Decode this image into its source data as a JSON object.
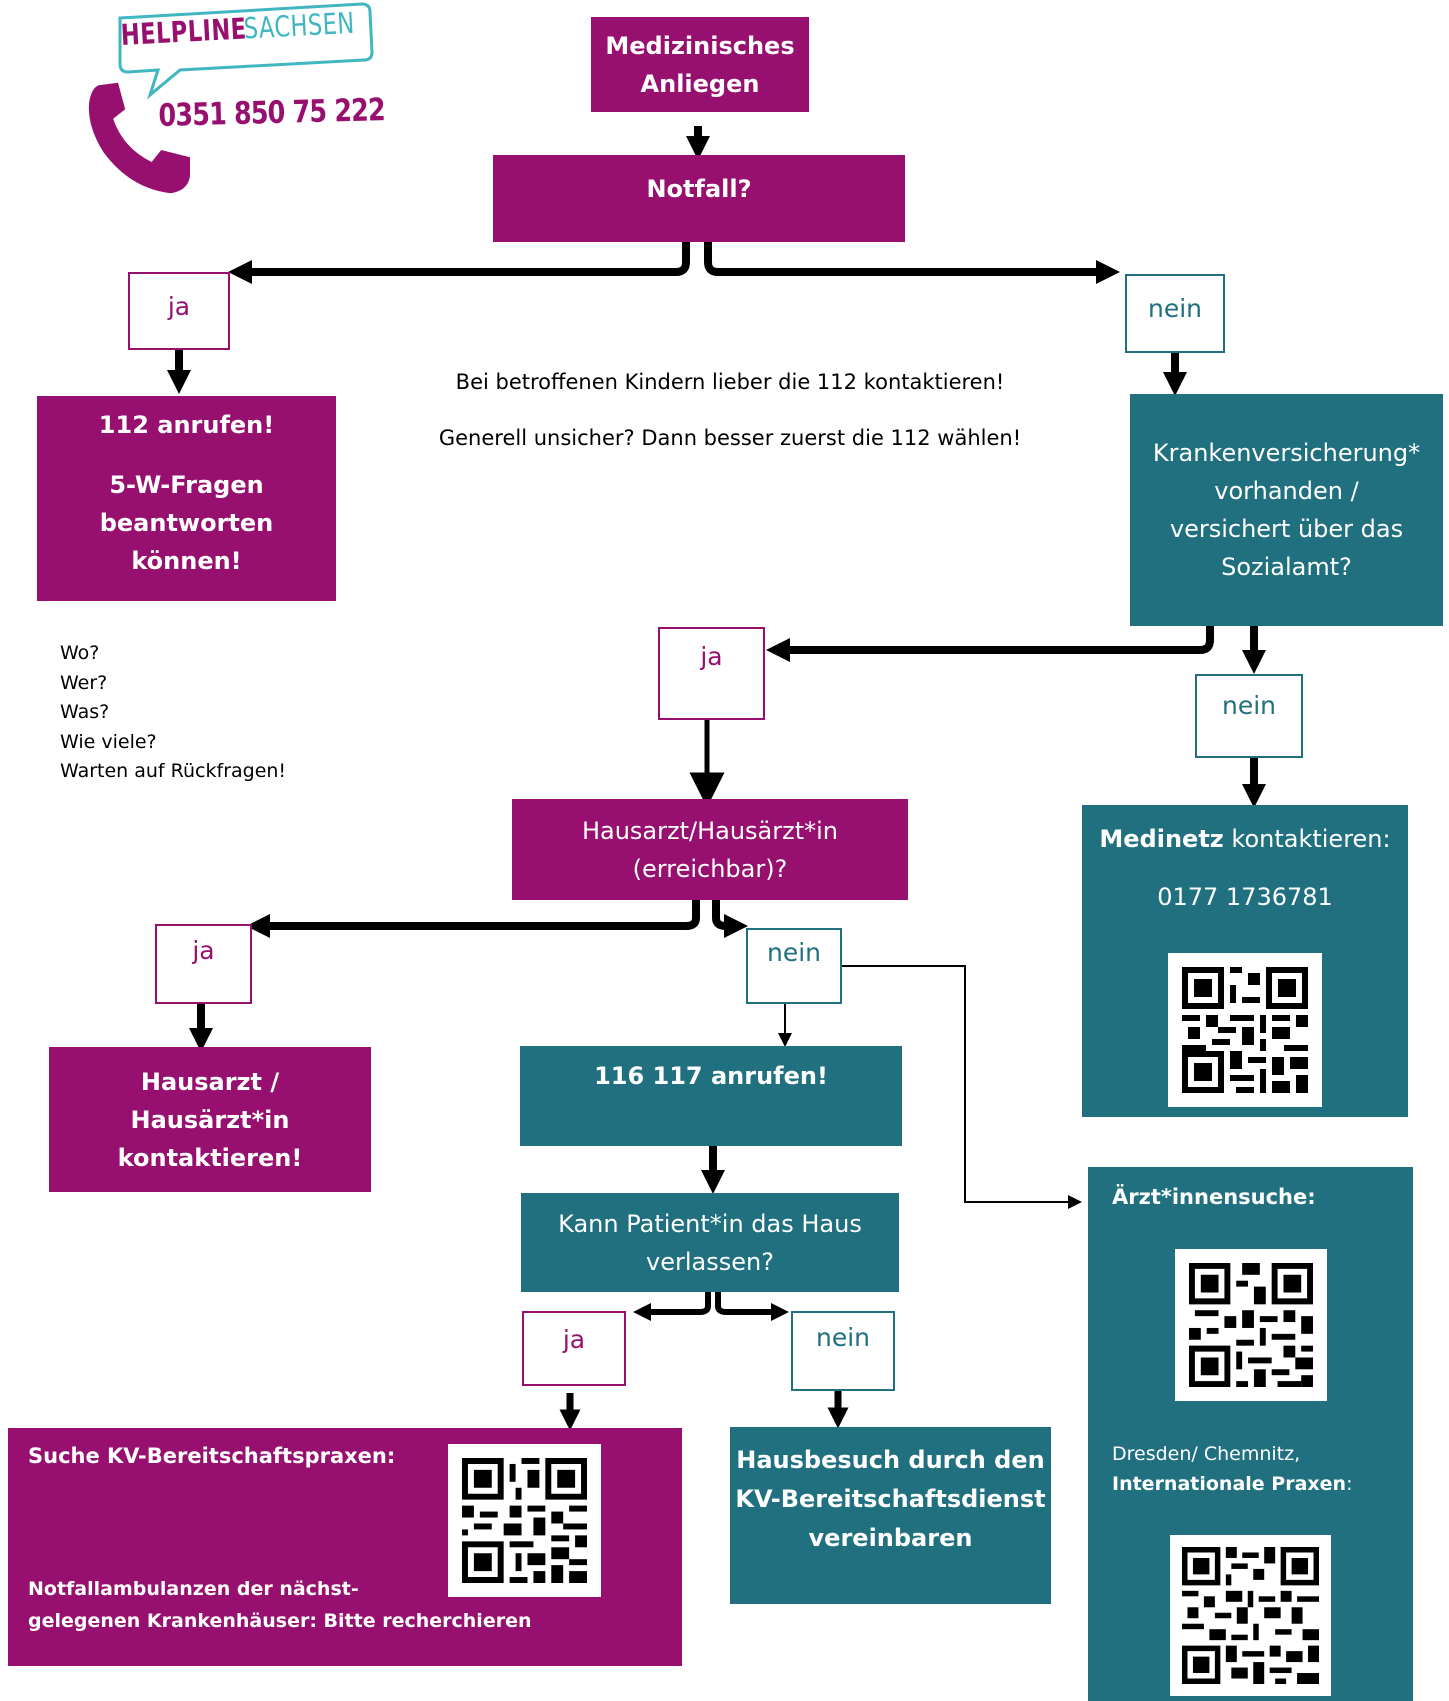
{
  "colors": {
    "magenta": "#97106F",
    "teal": "#20707F",
    "logo_cyan": "#40B6C0"
  },
  "logo": {
    "brand_bold": "HELPLINE",
    "brand_light": "SACHSEN",
    "phone": "0351 850 75 222",
    "icon": "phone-icon"
  },
  "start": {
    "line1": "Medizinisches",
    "line2": "Anliegen"
  },
  "notfall": {
    "label": "Notfall?"
  },
  "branch1": {
    "ja": "ja",
    "nein": "nein"
  },
  "emergency": {
    "call": "112 anrufen!",
    "line1": "5-W-Fragen",
    "line2": "beantworten",
    "line3": "können!"
  },
  "notes": {
    "kids": "Bei betroffenen Kindern lieber die 112 kontaktieren!",
    "unsure": "Generell unsicher? Dann besser zuerst die 112 wählen!"
  },
  "w_questions": [
    "Wo?",
    "Wer?",
    "Was?",
    "Wie viele?",
    "Warten auf Rückfragen!"
  ],
  "insurance": {
    "line1": "Krankenversicherung*",
    "line2": "vorhanden /",
    "line3": "versichert über das",
    "line4": "Sozialamt?"
  },
  "branch2": {
    "ja": "ja",
    "nein": "nein"
  },
  "medinetz": {
    "name": "Medinetz",
    "rest": " kontaktieren:",
    "phone": "0177 1736781"
  },
  "hausarzt_q": {
    "line1": "Hausarzt/Hausärzt*in",
    "line2": "(erreichbar)?"
  },
  "branch3": {
    "ja": "ja",
    "nein": "nein"
  },
  "hausarzt_contact": {
    "line1": "Hausarzt /",
    "line2": "Hausärzt*in",
    "line3": "kontaktieren!"
  },
  "call116": {
    "label": "116 117 anrufen!"
  },
  "leave_q": {
    "line1": "Kann Patient*in das Haus",
    "line2": "verlassen?"
  },
  "branch4": {
    "ja": "ja",
    "nein": "nein"
  },
  "kv_search": {
    "title": "Suche KV-Bereitschaftspraxen:",
    "line1": "Notfallambulanzen der nächst-",
    "line2": "gelegenen Krankenhäuser: Bitte recherchieren"
  },
  "hausbesuch": {
    "line1": "Hausbesuch durch den",
    "line2": "KV-Bereitschaftsdienst",
    "line3": "vereinbaren"
  },
  "aerzte": {
    "title": "Ärzt*innensuche:",
    "city": "Dresden/ Chemnitz,",
    "intl": "Internationale Praxen",
    "colon": ":"
  }
}
